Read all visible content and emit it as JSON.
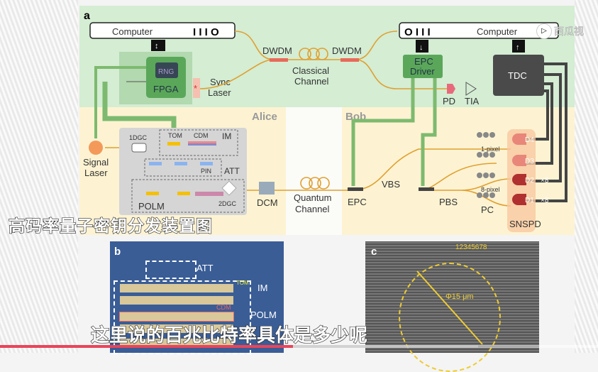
{
  "panel_a": {
    "label": "a",
    "alice": {
      "title": "Alice",
      "computer": "Computer",
      "fpga": "FPGA",
      "rng": "RNG",
      "sync_laser": [
        "Sync",
        "Laser"
      ],
      "signal_laser": [
        "Signal",
        "Laser"
      ],
      "dgc1": "1DGC",
      "tom": "TOM",
      "cdm": "CDM",
      "im": "IM",
      "pin": "PIN",
      "att": "ATT",
      "polm": "POLM",
      "dgc2": "2DGC",
      "dcm": "DCM"
    },
    "channels": {
      "dwdm": "DWDM",
      "classical": [
        "Classical",
        "Channel"
      ],
      "quantum": [
        "Quantum",
        "Channel"
      ]
    },
    "bob": {
      "title": "Bob",
      "computer": "Computer",
      "epc_driver": [
        "EPC",
        "Driver"
      ],
      "tdc": "TDC",
      "pd": "PD",
      "tia": "TIA",
      "epc": "EPC",
      "vbs": "VBS",
      "pbs": "PBS",
      "pc": "PC",
      "pixel1": "1-pixel",
      "pixel8": "8-pixel",
      "snspd": "SNSPD",
      "detectors": [
        "D4",
        "D3",
        "D2",
        "D1"
      ],
      "x8": "×8"
    }
  },
  "panel_b": {
    "label": "b",
    "att": "ATT",
    "im": "IM",
    "tom": "TOM",
    "polm": "POLM",
    "cdm": "CDM"
  },
  "panel_c": {
    "label": "c",
    "pixels": "12345678",
    "diameter": "Φ15 μm"
  },
  "overlay": {
    "caption_title": "高码率量子密钥分发装置图",
    "subtitle": "这里说的百兆比特率具体是多少呢",
    "watermark": "西瓜视"
  },
  "video": {
    "progress": 0.49,
    "buffered": 0.8
  },
  "colors": {
    "green": "#d4edd3",
    "yellow": "#fdf3d2",
    "fiber": "#e0a030",
    "accent": "#e8455a"
  }
}
